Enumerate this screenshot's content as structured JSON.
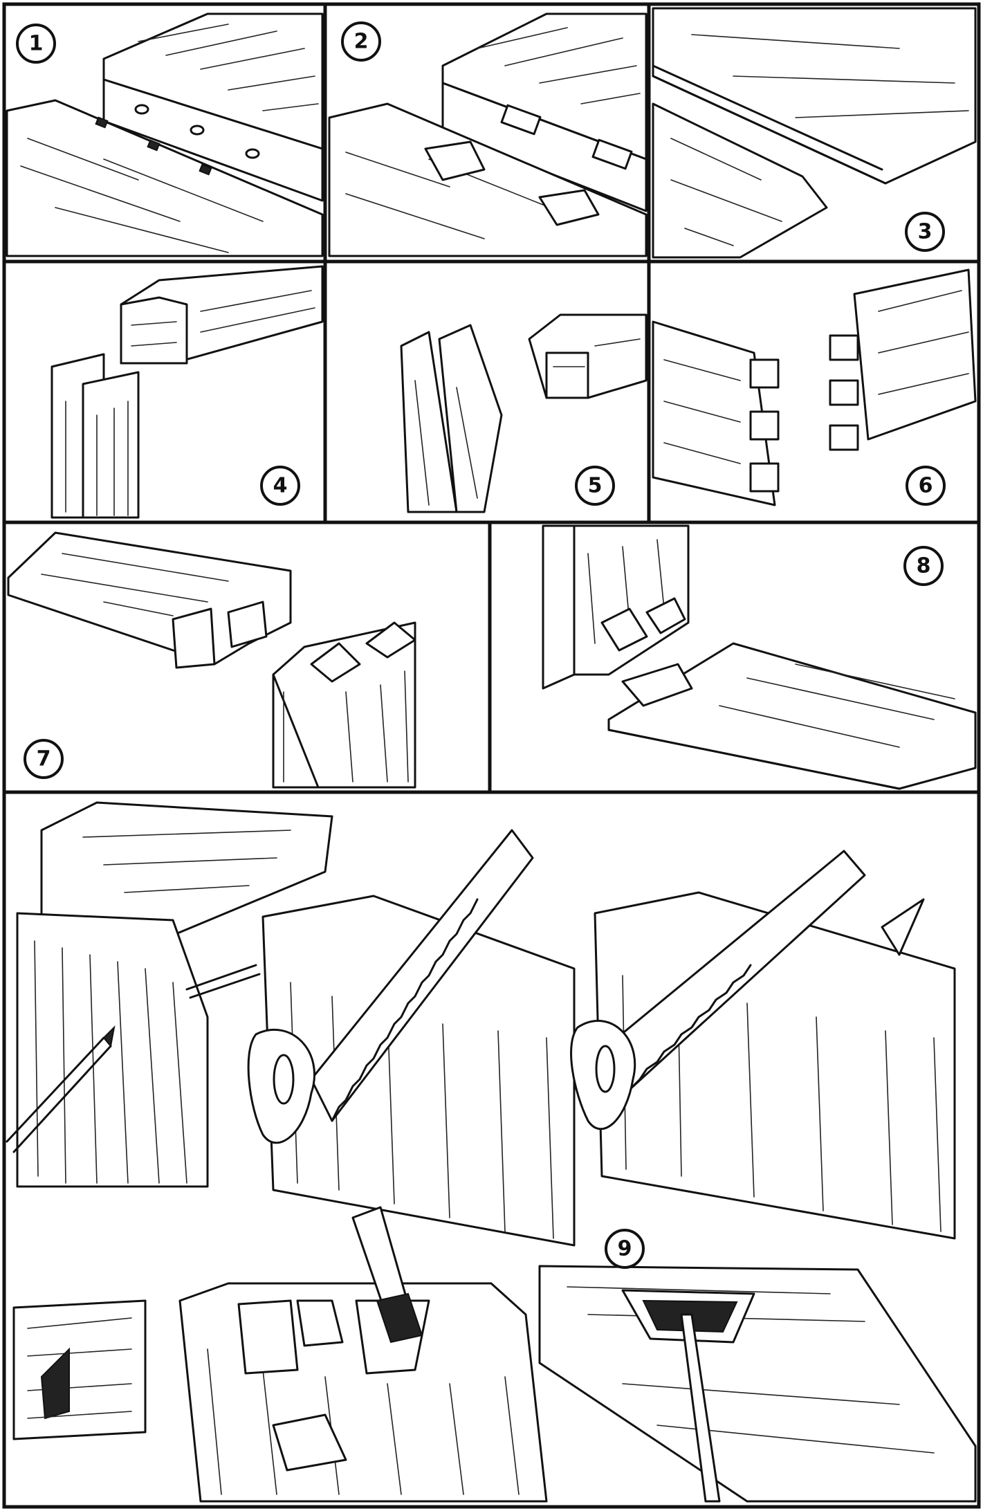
{
  "panels": [
    {
      "id": "p1",
      "number": "1",
      "subject": "dowel-joint"
    },
    {
      "id": "p2",
      "number": "2",
      "subject": "loose-tenon-joint"
    },
    {
      "id": "p3",
      "number": "3",
      "subject": "tongue-and-groove-joint"
    },
    {
      "id": "p4",
      "number": "4",
      "subject": "bridle-corner-joint"
    },
    {
      "id": "p5",
      "number": "5",
      "subject": "mitered-slot-joint"
    },
    {
      "id": "p6",
      "number": "6",
      "subject": "box-finger-joint"
    },
    {
      "id": "p7",
      "number": "7",
      "subject": "through-dovetail-joint"
    },
    {
      "id": "p8",
      "number": "8",
      "subject": "half-blind-dovetail-joint"
    },
    {
      "id": "p9",
      "number": "9",
      "subject": "dovetail-cutting-sequence"
    }
  ],
  "icons": [
    "pencil-icon",
    "saw-icon",
    "chisel-icon"
  ]
}
